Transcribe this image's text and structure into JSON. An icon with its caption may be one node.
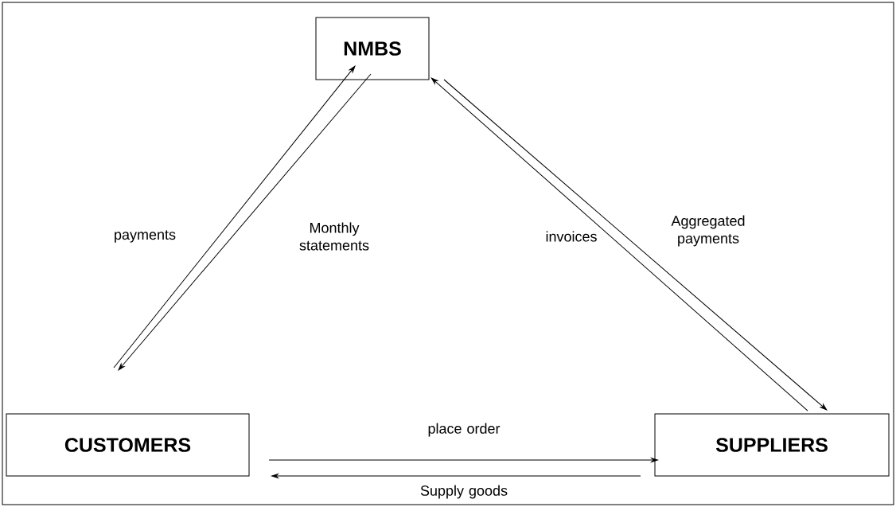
{
  "diagram": {
    "nodes": [
      {
        "text": [
          "NMBS"
        ]
      },
      {
        "text": [
          "CUSTOMERS"
        ]
      },
      {
        "text": [
          "SUPPLIERS"
        ]
      }
    ],
    "edges": [
      {
        "from": 1,
        "to": 0,
        "arrow": "to",
        "label": "payments"
      },
      {
        "from": 0,
        "to": 1,
        "arrow": "to",
        "label": "Monthly statements"
      },
      {
        "from": 2,
        "to": 0,
        "arrow": "to",
        "label": "invoices"
      },
      {
        "from": 0,
        "to": 2,
        "arrow": "to",
        "label": "Aggregated payments"
      },
      {
        "from": 1,
        "to": 2,
        "arrow": "to",
        "label": "place order"
      },
      {
        "from": 2,
        "to": 1,
        "arrow": "to",
        "label": "Supply goods"
      }
    ]
  }
}
